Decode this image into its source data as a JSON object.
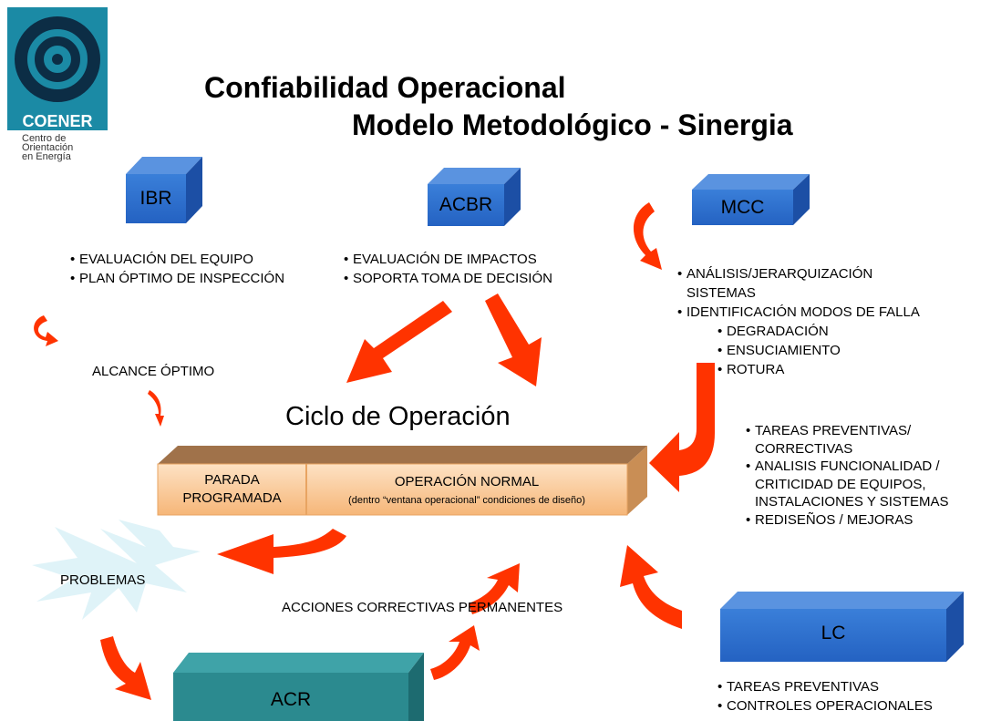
{
  "logo": {
    "brand": "COENER",
    "subtitle_lines": [
      "Centro de",
      "Orientación",
      "en Energía"
    ]
  },
  "title": {
    "line1": "Confiabilidad Operacional",
    "line2": "Modelo Metodológico - Sinergia"
  },
  "boxes": {
    "ibr": "IBR",
    "acbr": "ACBR",
    "mcc": "MCC",
    "lc": "LC",
    "acr": "ACR"
  },
  "ibr_bullets": [
    "EVALUACIÓN DEL EQUIPO",
    "PLAN ÓPTIMO DE INSPECCIÓN"
  ],
  "acbr_bullets": [
    "EVALUACIÓN DE IMPACTOS",
    "SOPORTA TOMA DE DECISIÓN"
  ],
  "mcc_bullets": {
    "item1_line1": "ANÁLISIS/JERARQUIZACIÓN",
    "item1_line2": "SISTEMAS",
    "item2": "IDENTIFICACIÓN MODOS DE FALLA",
    "sub": [
      "DEGRADACIÓN",
      "ENSUCIAMIENTO",
      "ROTURA"
    ]
  },
  "right_bullets": {
    "b1_line1": "TAREAS PREVENTIVAS/",
    "b1_line2": "CORRECTIVAS",
    "b2_line1": "ANALISIS FUNCIONALIDAD /",
    "b2_line2": "CRITICIDAD DE EQUIPOS,",
    "b2_line3": "INSTALACIONES Y SISTEMAS",
    "b3": "REDISEÑOS / MEJORAS"
  },
  "lc_bullets": [
    "TAREAS PREVENTIVAS",
    "CONTROLES OPERACIONALES"
  ],
  "labels": {
    "alcance": "ALCANCE ÓPTIMO",
    "ciclo": "Ciclo de Operación",
    "problemas": "PROBLEMAS",
    "acciones": "ACCIONES CORRECTIVAS PERMANENTES"
  },
  "cycle_bar": {
    "parada_line1": "PARADA",
    "parada_line2": "PROGRAMADA",
    "operacion": "OPERACIÓN NORMAL",
    "operacion_sub": "(dentro “ventana operacional”  condiciones de diseño)"
  },
  "colors": {
    "box_blue": "#2e6fcf",
    "box_teal": "#2b8a8f",
    "arrow": "#ff3300",
    "bar_front": "#f9c58f",
    "bar_top": "#a0724a"
  }
}
